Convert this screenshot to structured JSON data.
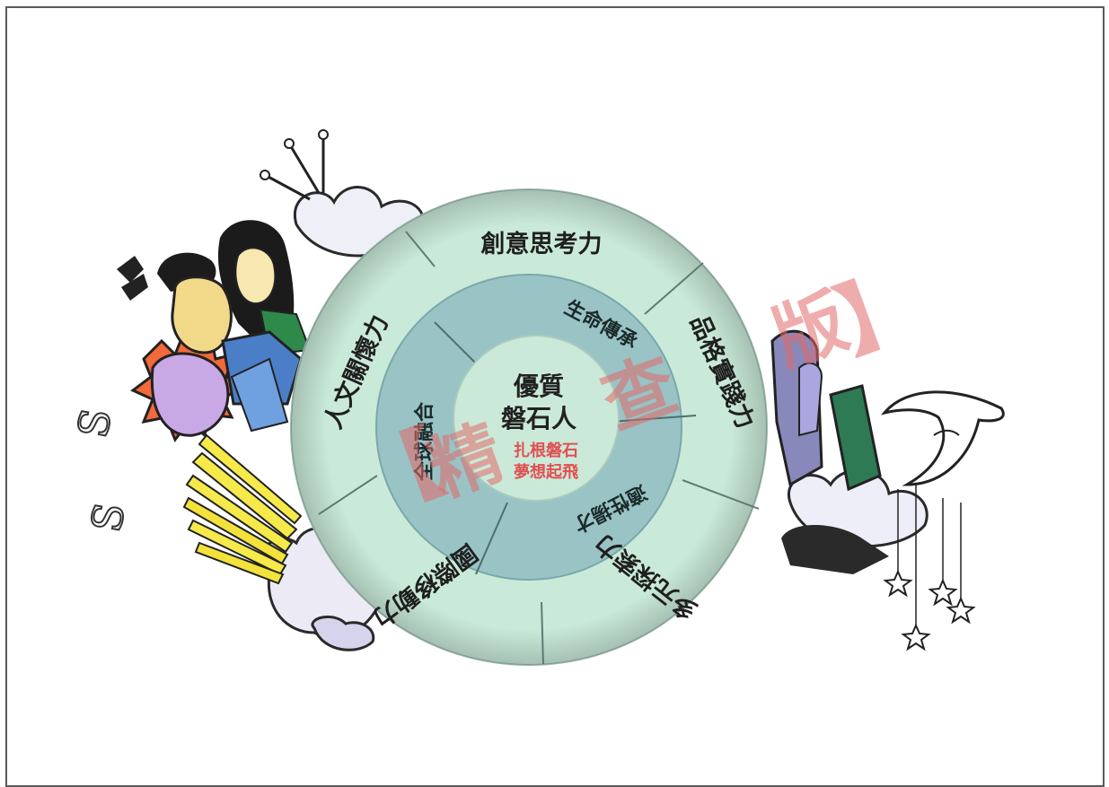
{
  "diagram": {
    "center": {
      "title_line1": "優質",
      "title_line2": "磐石人",
      "sub_line1": "扎根磐石",
      "sub_line2": "夢想起飛"
    },
    "inner_ring": [
      {
        "label": "生命傳承"
      },
      {
        "label": "適性揚才"
      },
      {
        "label": "全球融合"
      }
    ],
    "outer_ring": [
      {
        "label": "創意思考力"
      },
      {
        "label": "品格實踐力"
      },
      {
        "label": "多元探索力"
      },
      {
        "label": "國際移動力"
      },
      {
        "label": "人文關懷力"
      }
    ],
    "watermark": {
      "bracket_open": "【",
      "char1": "精",
      "char2": "查",
      "char3": "版",
      "bracket_close": "】"
    },
    "colors": {
      "outer_ring": "#c9ead9",
      "inner_ring": "#99c3c5",
      "core": "#cbe9d8",
      "divider": "#5f7b72",
      "watermark": "#e26a6a"
    }
  }
}
